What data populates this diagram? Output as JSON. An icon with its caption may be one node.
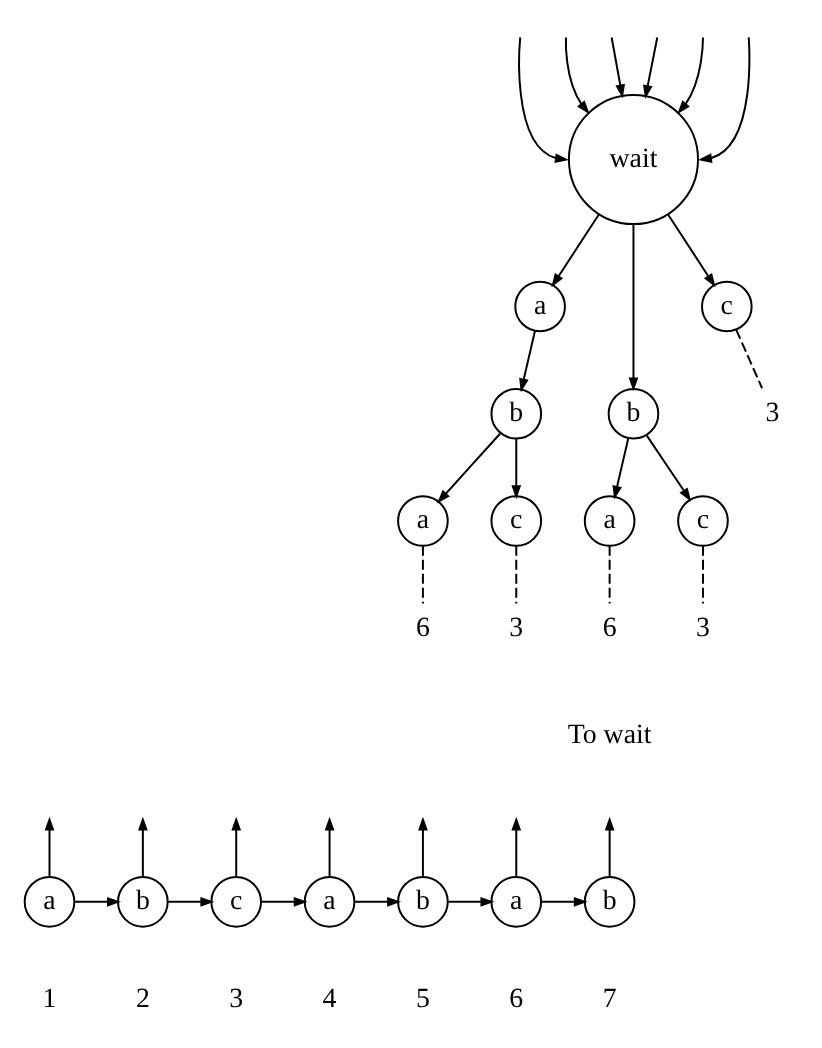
{
  "diagram": {
    "nodes": [
      {
        "text": [
          "wait"
        ]
      },
      {
        "text": [
          "a"
        ]
      },
      {
        "text": [
          "b"
        ]
      },
      {
        "text": [
          "c"
        ]
      },
      {
        "text": [
          "b"
        ]
      },
      {
        "text": [
          "a"
        ]
      },
      {
        "text": [
          "c"
        ]
      },
      {
        "text": [
          "6"
        ]
      },
      {
        "text": [
          "3"
        ]
      },
      {
        "text": [
          "a"
        ]
      },
      {
        "text": [
          "c"
        ]
      },
      {
        "text": [
          "6"
        ]
      },
      {
        "text": [
          "3"
        ]
      },
      {
        "text": [
          "3"
        ]
      },
      {
        "text": [
          "a"
        ],
        "beside": [
          "1"
        ]
      },
      {
        "text": [
          "b"
        ],
        "beside": [
          "2"
        ]
      },
      {
        "text": [
          "c"
        ],
        "beside": [
          "3"
        ]
      },
      {
        "text": [
          "a"
        ],
        "beside": [
          "4"
        ]
      },
      {
        "text": [
          "b"
        ],
        "beside": [
          "5"
        ]
      },
      {
        "text": [
          "a"
        ],
        "beside": [
          "6"
        ]
      },
      {
        "text": [
          "b"
        ],
        "beside": [
          "7"
        ]
      }
    ],
    "edges": [
      {
        "from": null,
        "to": 0,
        "arrow": "to"
      },
      {
        "from": null,
        "to": 0,
        "arrow": "to"
      },
      {
        "from": null,
        "to": 0,
        "arrow": "to"
      },
      {
        "from": null,
        "to": 0,
        "arrow": "to"
      },
      {
        "from": null,
        "to": 0,
        "arrow": "to"
      },
      {
        "from": null,
        "to": 0,
        "arrow": "to"
      },
      {
        "from": 0,
        "to": 1,
        "arrow": "to"
      },
      {
        "from": 0,
        "to": 2,
        "arrow": "to"
      },
      {
        "from": 0,
        "to": 3,
        "arrow": "to"
      },
      {
        "from": 1,
        "to": 4,
        "arrow": "to"
      },
      {
        "from": 4,
        "to": 5,
        "arrow": "to"
      },
      {
        "from": 4,
        "to": 6,
        "arrow": "to"
      },
      {
        "from": 5,
        "to": 7,
        "arrow": "none",
        "style": "dashed"
      },
      {
        "from": 6,
        "to": 8,
        "arrow": "none",
        "style": "dashed"
      },
      {
        "from": 2,
        "to": 9,
        "arrow": "to"
      },
      {
        "from": 2,
        "to": 10,
        "arrow": "to"
      },
      {
        "from": 9,
        "to": 11,
        "arrow": "none",
        "style": "dashed"
      },
      {
        "from": 10,
        "to": 12,
        "arrow": "none",
        "style": "dashed"
      },
      {
        "from": 3,
        "to": 13,
        "arrow": "none",
        "style": "dashed"
      },
      {
        "from": 14,
        "to": 15,
        "arrow": "to"
      },
      {
        "from": 15,
        "to": 16,
        "arrow": "to"
      },
      {
        "from": 16,
        "to": 17,
        "arrow": "to"
      },
      {
        "from": 17,
        "to": 18,
        "arrow": "to"
      },
      {
        "from": 18,
        "to": 19,
        "arrow": "to"
      },
      {
        "from": 19,
        "to": 20,
        "arrow": "to"
      },
      {
        "from": 14,
        "to": null,
        "arrow": "to"
      },
      {
        "from": 15,
        "to": null,
        "arrow": "to"
      },
      {
        "from": 16,
        "to": null,
        "arrow": "to"
      },
      {
        "from": 17,
        "to": null,
        "arrow": "to"
      },
      {
        "from": 18,
        "to": null,
        "arrow": "to"
      },
      {
        "from": 19,
        "to": null,
        "arrow": "to"
      },
      {
        "from": 20,
        "to": null,
        "arrow": "to"
      }
    ],
    "labels": [
      "To wait"
    ]
  }
}
